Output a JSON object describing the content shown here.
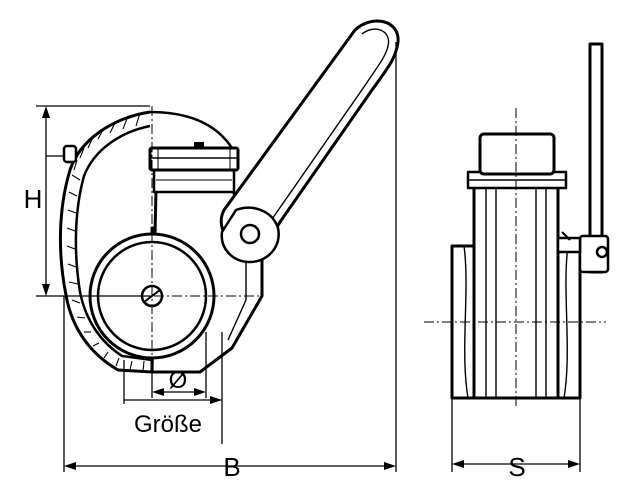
{
  "labels": {
    "height": "H",
    "diameter": "Ø",
    "size": "Größe",
    "width": "B",
    "side_width": "S"
  },
  "colors": {
    "line": "#000000",
    "background": "#ffffff"
  }
}
